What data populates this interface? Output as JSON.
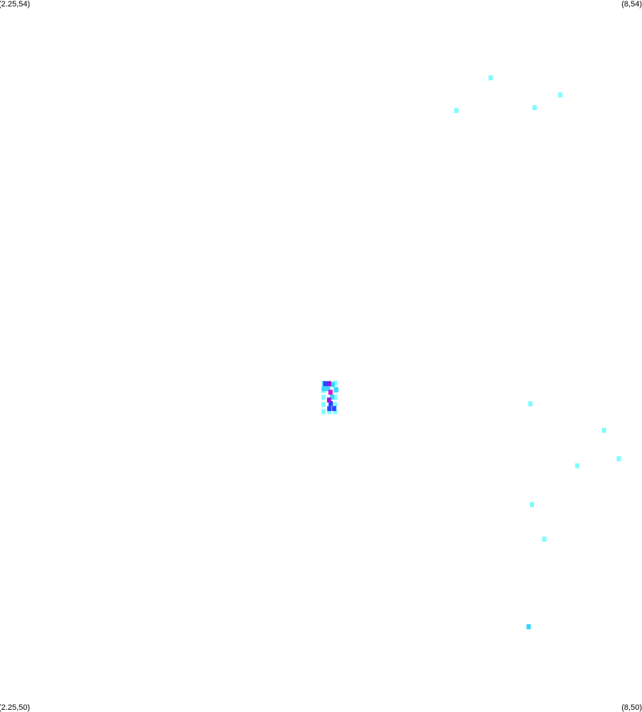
{
  "corner_labels": {
    "top_left": "(2.25,54)",
    "top_right": "(8,54)",
    "bottom_left": "(2.25,50)",
    "bottom_right": "(8,50)"
  },
  "extent": {
    "lon_min": 2.25,
    "lon_max": 8,
    "lat_min": 50,
    "lat_max": 54
  },
  "palette": {
    "light": "#7ffcff",
    "mid": "#33d6ff",
    "blue": "#2a44ff",
    "purple": "#9b14e0",
    "magenta": "#d21bd6"
  },
  "cells": [
    {
      "lon": 6.645,
      "lat": 53.562,
      "intensity": 1
    },
    {
      "lon": 7.268,
      "lat": 53.466,
      "intensity": 1
    },
    {
      "lon": 6.338,
      "lat": 53.378,
      "intensity": 1
    },
    {
      "lon": 7.038,
      "lat": 53.394,
      "intensity": 1
    },
    {
      "lon": 7.0,
      "lat": 51.727,
      "intensity": 1
    },
    {
      "lon": 7.66,
      "lat": 51.578,
      "intensity": 1
    },
    {
      "lon": 7.42,
      "lat": 51.378,
      "intensity": 1
    },
    {
      "lon": 7.792,
      "lat": 51.418,
      "intensity": 1
    },
    {
      "lon": 7.015,
      "lat": 51.16,
      "intensity": 1
    },
    {
      "lon": 7.125,
      "lat": 50.965,
      "intensity": 1
    },
    {
      "lon": 6.985,
      "lat": 50.472,
      "intensity": 2
    },
    {
      "lon": 5.148,
      "lat": 51.843,
      "intensity": 1
    },
    {
      "lon": 5.2,
      "lat": 51.843,
      "intensity": 1
    },
    {
      "lon": 5.252,
      "lat": 51.843,
      "intensity": 1
    },
    {
      "lon": 5.148,
      "lat": 51.803,
      "intensity": 1
    },
    {
      "lon": 5.252,
      "lat": 51.803,
      "intensity": 1
    },
    {
      "lon": 5.148,
      "lat": 51.763,
      "intensity": 1
    },
    {
      "lon": 5.252,
      "lat": 51.763,
      "intensity": 1
    },
    {
      "lon": 5.148,
      "lat": 51.723,
      "intensity": 1
    },
    {
      "lon": 5.252,
      "lat": 51.723,
      "intensity": 1
    },
    {
      "lon": 5.148,
      "lat": 51.683,
      "intensity": 1
    },
    {
      "lon": 5.2,
      "lat": 51.683,
      "intensity": 1
    },
    {
      "lon": 5.252,
      "lat": 51.683,
      "intensity": 1
    },
    {
      "lon": 5.162,
      "lat": 51.84,
      "intensity": 3
    },
    {
      "lon": 5.198,
      "lat": 51.84,
      "intensity": 4
    },
    {
      "lon": 5.23,
      "lat": 51.835,
      "intensity": 2
    },
    {
      "lon": 5.15,
      "lat": 51.812,
      "intensity": 2
    },
    {
      "lon": 5.188,
      "lat": 51.812,
      "intensity": 2
    },
    {
      "lon": 5.262,
      "lat": 51.807,
      "intensity": 2
    },
    {
      "lon": 5.21,
      "lat": 51.792,
      "intensity": 5
    },
    {
      "lon": 5.225,
      "lat": 51.765,
      "intensity": 2
    },
    {
      "lon": 5.198,
      "lat": 51.748,
      "intensity": 4
    },
    {
      "lon": 5.212,
      "lat": 51.728,
      "intensity": 3
    },
    {
      "lon": 5.2,
      "lat": 51.7,
      "intensity": 3
    },
    {
      "lon": 5.242,
      "lat": 51.7,
      "intensity": 3
    }
  ]
}
